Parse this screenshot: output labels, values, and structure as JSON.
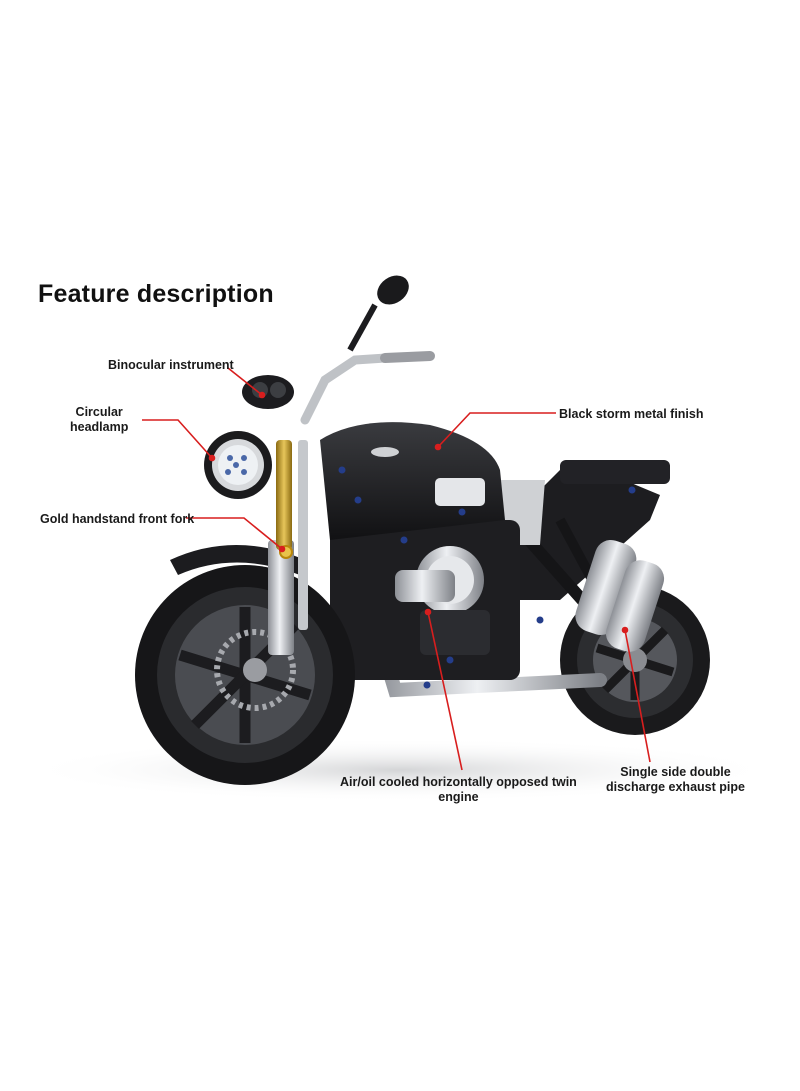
{
  "title": "Feature description",
  "labels": {
    "binocular_instrument": "Binocular instrument",
    "circular_headlamp_line1": "Circular",
    "circular_headlamp_line2": "headlamp",
    "black_storm": "Black storm metal finish",
    "gold_fork": "Gold handstand front fork",
    "engine_line1": "Air/oil cooled horizontally opposed twin",
    "engine_line2": "engine",
    "exhaust_line1": "Single side double",
    "exhaust_line2": "discharge exhaust pipe"
  },
  "colors": {
    "callout_line": "#d81e1e",
    "text": "#1a1a1a",
    "bike_body": "#1b1b1d",
    "fork_gold": "#c9a227",
    "chrome": "#b9bcc2"
  }
}
